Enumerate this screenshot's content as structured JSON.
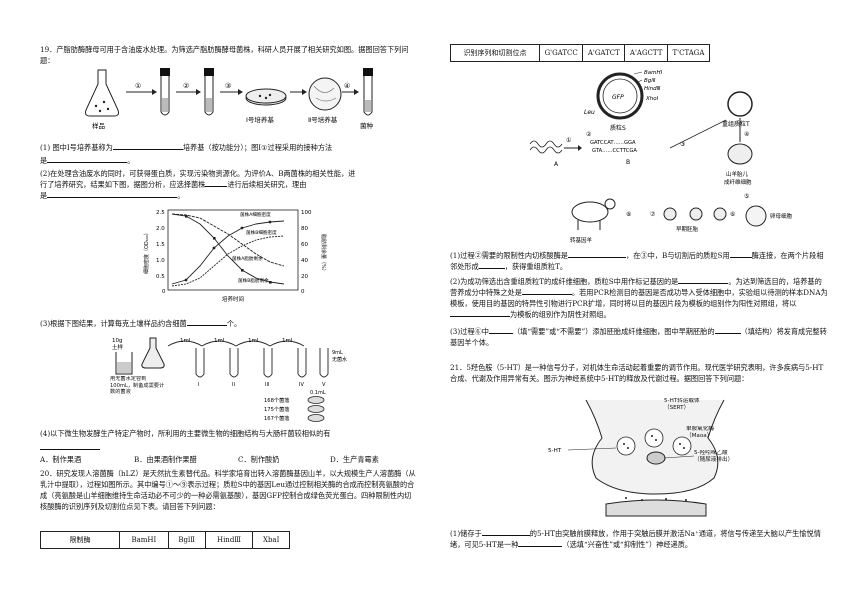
{
  "q19": {
    "intro": "19．产脂肪酶酵母可用于含油废水处理。为筛选产脂肪酶酵母菌株，科研人员开展了相关研究如图。据图回答下列问题：",
    "fig1": {
      "steps": [
        "①",
        "②",
        "③",
        "④"
      ],
      "sample": "样品",
      "medium1": "Ⅰ号培养基",
      "medium2": "Ⅱ号培养基",
      "strain": "菌种"
    },
    "q1a": "(1) 图中Ⅰ号培养基称为",
    "q1b": "培养基（按功能分）；图Ⅰ①过程采用的接种方法",
    "q1c": "是",
    "q2a": "(2)在处理含油废水的同时，可获得蛋白质，实现污染物资源化。为评价A、B两菌株的相关性能，进",
    "q2b": "行了培养研究，结果如下图，据图分析，应选择菌株",
    "q2c": "进行后续相关研究，理由",
    "q2d": "是",
    "chart": {
      "series_labels": [
        "菌株A细胞密度",
        "菌株B细胞密度",
        "菌株A脂肪剩余",
        "菌株B脂肪剩余"
      ],
      "y_ticks": [
        "2.5",
        "2.0",
        "1.5",
        "1.0",
        "0.5",
        "0"
      ],
      "y2_ticks": [
        "100",
        "80",
        "60",
        "40",
        "20",
        "0"
      ],
      "xlabel": "培养时间",
      "ylabel": "细胞密度（OD₆₀₀）",
      "y2label": "脂肪剩余量（%）"
    },
    "q3": "(3)根据下图结果，计算每克土壤样品约含细菌",
    "q3_end": "个。",
    "dilution": {
      "soil": "10g\n土样",
      "water": "用无菌水定容到100mL，制备成需要计数的菌液",
      "ml": [
        "1mL",
        "1mL",
        "1mL",
        "1mL"
      ],
      "tubes": [
        "I",
        "II",
        "III",
        "IV",
        "V"
      ],
      "water_ml": "9mL\n无菌水",
      "plate_vol": "0.1mL",
      "colonies": [
        "168个菌落",
        "175个菌落",
        "167个菌落"
      ]
    },
    "q4": "(4)以下微生物发酵生产特定产物时，所利用的主要微生物的细胞结构与大肠杆菌较相似的有",
    "options": [
      "A．制作果酒",
      "B．由果酒制作果醋",
      "C．制作酸奶",
      "D．生产青霉素"
    ]
  },
  "q20": {
    "text": "20．研究发现人溶菌酶（hLZ）是天然抗生素替代品。科学家培育出转入溶菌酶基因山羊，以大规模生产人溶菌酶（从乳汁中提取），过程如图所示。其中编号①～⑨表示过程；质粒S中的基因Leu通过控制相关酶的合成而控制亮氨酸的合成（亮氨酸是山羊细胞维持生命活动必不可少的一种必需氨基酸），基因GFP控制合成绿色荧光蛋白。四种限制性内切核酸酶的识别序列及切割位点见下表。请回答下列问题：",
    "table_head": [
      "限制酶",
      "BamHⅠ",
      "BglⅡ",
      "HindⅢ",
      "XbaⅠ"
    ],
    "table_row_label": "识别序列和切割位点",
    "table_row": [
      "G'GATCC",
      "A'GATCT",
      "A'AGCTT",
      "T'CTAGA"
    ],
    "fig": {
      "enzymes": [
        "BamHⅠ",
        "BglⅡ",
        "HindⅢ",
        "XhoⅠ"
      ],
      "gfp": "GFP",
      "leu": "Leu",
      "plasmid_s": "质粒S",
      "plasmid_t": "重组质粒T",
      "seq_top": "GATCCAT……GGA",
      "seq_bottom": "GTA……CCTTCGA",
      "label_a": "A",
      "label_b": "B",
      "goat_cell": "山羊胎儿成纤维细胞",
      "egg": "卵母细胞",
      "transgenic": "转基因羊",
      "embryo": "早期胚胎",
      "steps": [
        "①",
        "②",
        "③",
        "④",
        "⑤",
        "⑥",
        "⑦",
        "⑧",
        "⑨"
      ]
    },
    "q1a": "(1)过程②需要的限制性内切核酸酶是",
    "q1b": "，在③中，B与切割后的质粒S用",
    "q1c": "酶连接，在两个片段相邻处形成",
    "q1d": "，获得重组质粒T。",
    "q2a": "(2)为成功筛选出含重组质粒T的成纤维细胞，质粒S中用作标记基因的是",
    "q2b": "。为达到筛选目的，培养基的营养成分中特殊之处是",
    "q2c": "。若用PCR检测目的基因是否成功导入受体细胞中，实验组以待测的样本DNA为模板，使用目的基因的特异性引物进行PCR扩增，同时将以目的基因片段为模板的组别作为阳性对照组，将以",
    "q2d": "为模板的组别作为阴性对照组。",
    "q3a": "(3)过程⑥中",
    "q3b": "（填“需要”或“不需要”）添加胚胎成纤维细胞，图中早期胚胎的",
    "q3c": "（填结构）将发育成完整转基因羊个体。"
  },
  "q21": {
    "text": "21．5羟色胺（5-HT）是一种信号分子，对机体生命活动起着重要的调节作用。现代医学研究表明，许多疾病与5-HT合成、代谢及作用异常有关。图示为神经系统中5-HT的释放及代谢过程。据图回答下列问题：",
    "fig": {
      "sert": "5-HT转运载体\n（SERT）",
      "maoa": "单胺氧化酶\n（Maoa）",
      "ht": "5-HT",
      "hiaa": "5-羟吲哚乙酸\n（随尿液排出）"
    },
    "q1a": "(1)储存于",
    "q1b": "的5-HT由突触前膜释放，作用于突触后膜并激活Na⁺通道，将信号传递至大脑以产生愉悦情绪，可见5-HT是一种",
    "q1c": "（选填“兴奋性”或“抑制性”）神经递质。"
  }
}
